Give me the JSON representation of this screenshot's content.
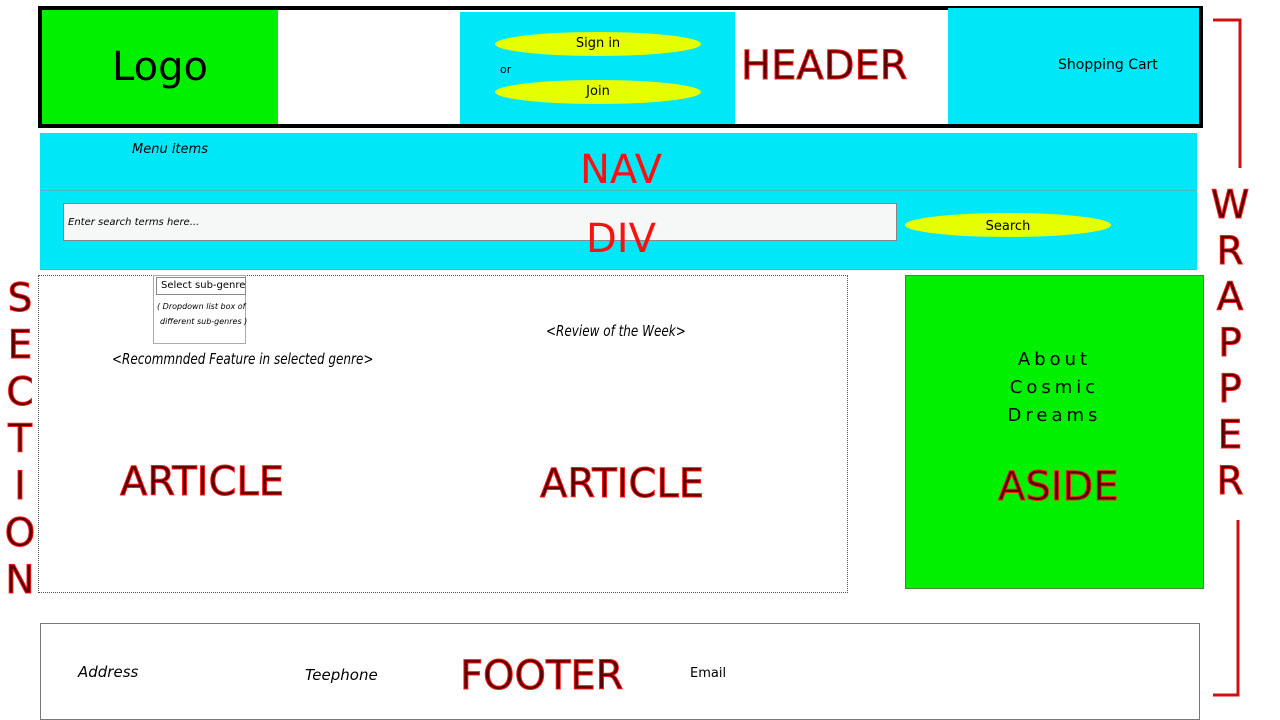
{
  "header": {
    "logo": "Logo",
    "sign_in": "Sign in",
    "or": "or",
    "join": "Join",
    "label": "HEADER",
    "cart": "Shopping Cart"
  },
  "nav": {
    "menu": "Menu items",
    "label": "NAV"
  },
  "div": {
    "search_placeholder": "Enter search terms here...",
    "search_button": "Search",
    "label": "DIV"
  },
  "section": {
    "label": "SECTION",
    "dropdown": "Select sub-genre",
    "dropdown_note_1": "( Dropdown list box of",
    "dropdown_note_2": "different sub-genres )",
    "feature": "<Recommnded Feature in selected genre>",
    "review": "<Review of the Week>",
    "article_1": "ARTICLE",
    "article_2": "ARTICLE"
  },
  "aside": {
    "line_1": "About",
    "line_2": "Cosmic",
    "line_3": "Dreams",
    "label": "ASIDE"
  },
  "footer": {
    "address": "Address",
    "telephone": "Teephone",
    "label": "FOOTER",
    "email": "Email"
  },
  "wrapper": {
    "label": "WRAPPER"
  },
  "colors": {
    "cyan": "#00e8f8",
    "green": "#00f000",
    "yellow": "#e6ff00",
    "label_red": "#ff1a1a"
  }
}
